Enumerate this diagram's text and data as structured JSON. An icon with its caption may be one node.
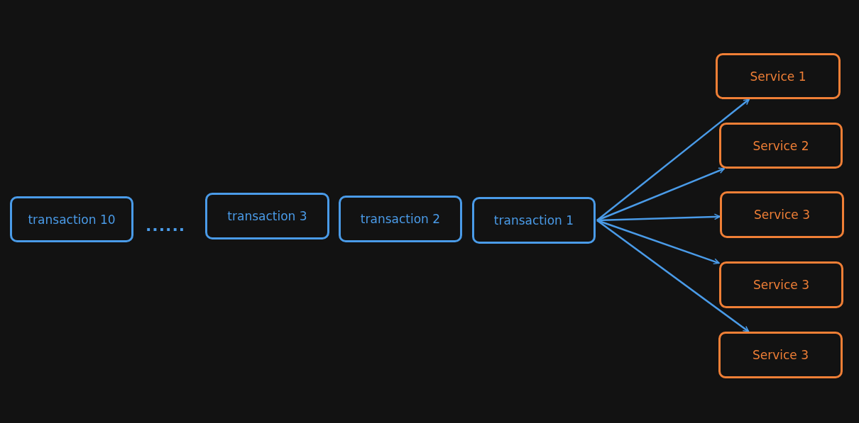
{
  "diagram": {
    "nodes": [
      {
        "text": [
          "transaction 10"
        ]
      },
      {
        "text": [
          "transaction 3"
        ]
      },
      {
        "text": [
          "transaction 2"
        ]
      },
      {
        "text": [
          "transaction 1"
        ]
      },
      {
        "text": [
          "Service 1"
        ]
      },
      {
        "text": [
          "Service 2"
        ]
      },
      {
        "text": [
          "Service 3"
        ]
      },
      {
        "text": [
          "Service 3"
        ]
      },
      {
        "text": [
          "Service 3"
        ]
      }
    ],
    "edges": [
      {
        "from": 3,
        "to": 4,
        "arrow": "to"
      },
      {
        "from": 3,
        "to": 5,
        "arrow": "to"
      },
      {
        "from": 3,
        "to": 6,
        "arrow": "to"
      },
      {
        "from": 3,
        "to": 7,
        "arrow": "to"
      },
      {
        "from": 3,
        "to": 8,
        "arrow": "to"
      }
    ],
    "labels": [
      "......"
    ]
  }
}
